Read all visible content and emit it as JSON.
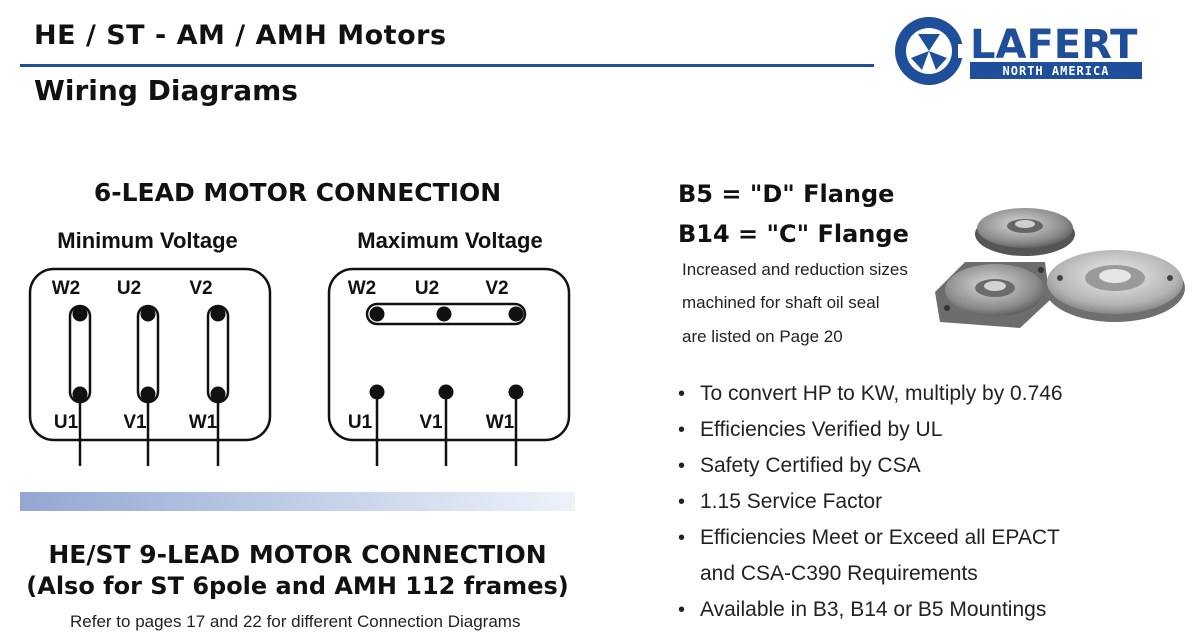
{
  "header": {
    "title": "HE / ST - AM / AMH Motors",
    "subtitle": "Wiring Diagrams"
  },
  "logo": {
    "brand": "LAFERT",
    "tagline": "NORTH AMERICA",
    "color": "#1f4f9a"
  },
  "six_lead": {
    "heading": "6-LEAD MOTOR CONNECTION",
    "minimum": {
      "label": "Minimum Voltage",
      "top_terminals": [
        "W2",
        "U2",
        "V2"
      ],
      "bottom_terminals": [
        "U1",
        "V1",
        "W1"
      ]
    },
    "maximum": {
      "label": "Maximum Voltage",
      "top_terminals": [
        "W2",
        "U2",
        "V2"
      ],
      "bottom_terminals": [
        "U1",
        "V1",
        "W1"
      ]
    }
  },
  "nine_lead": {
    "heading": "HE/ST 9-LEAD MOTOR CONNECTION",
    "subheading": "(Also for ST 6pole and AMH 112 frames)",
    "refer_text": "Refer to pages 17 and 22 for different Connection Diagrams"
  },
  "flange": {
    "b5": "B5 = \"D\" Flange",
    "b14": "B14 = \"C\" Flange",
    "note_lines": [
      "Increased and reduction sizes",
      "machined for shaft oil seal",
      "are listed on Page 20"
    ]
  },
  "bullets": [
    "To convert HP to KW, multiply by 0.746",
    "Efficiencies Verified by UL",
    "Safety Certified by CSA",
    "1.15 Service Factor",
    "Efficiencies Meet or Exceed all EPACT",
    "and CSA-C390 Requirements",
    "Available in B3, B14 or B5 Mountings"
  ]
}
